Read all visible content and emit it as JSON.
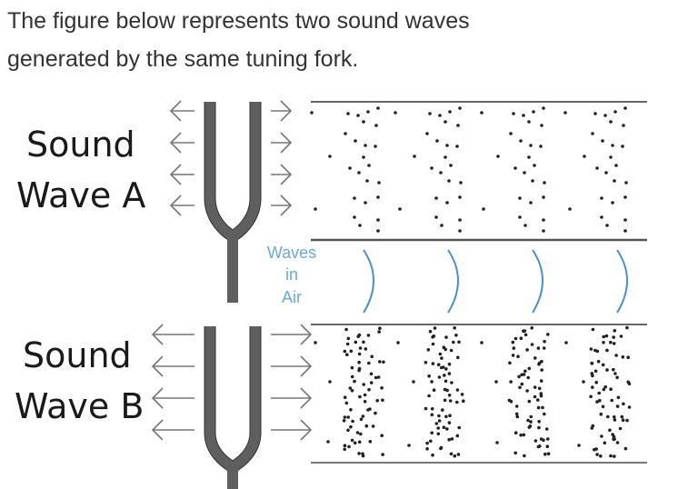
{
  "question": {
    "line1": "The figure below represents two sound waves",
    "line2": "generated by the same tuning fork."
  },
  "figure": {
    "wave_a": {
      "label_line1": "Sound",
      "label_line2": "Wave A",
      "arrow_style": "short",
      "compression_density": "sparse",
      "arrow_count_per_side": 4,
      "compression_count": 4
    },
    "wave_b": {
      "label_line1": "Sound",
      "label_line2": "Wave B",
      "arrow_style": "long",
      "compression_density": "dense",
      "arrow_count_per_side": 4,
      "compression_count": 4
    },
    "air": {
      "label_line1": "Waves",
      "label_line2": "in",
      "label_line3": "Air",
      "wavefront_count": 4
    },
    "colors": {
      "text": "#333333",
      "fork": "#5f5f5f",
      "arrow": "#777777",
      "air_label": "#6aa8e0",
      "wavefront": "#4a8fd6",
      "particle": "#222222",
      "boundary": "#666666"
    },
    "icons": {
      "fork": "tuning-fork-icon",
      "arrow_left": "arrow-left-icon",
      "arrow_right": "arrow-right-icon",
      "wavefront": "wavefront-arc-icon",
      "particle": "air-particle-dot"
    }
  }
}
